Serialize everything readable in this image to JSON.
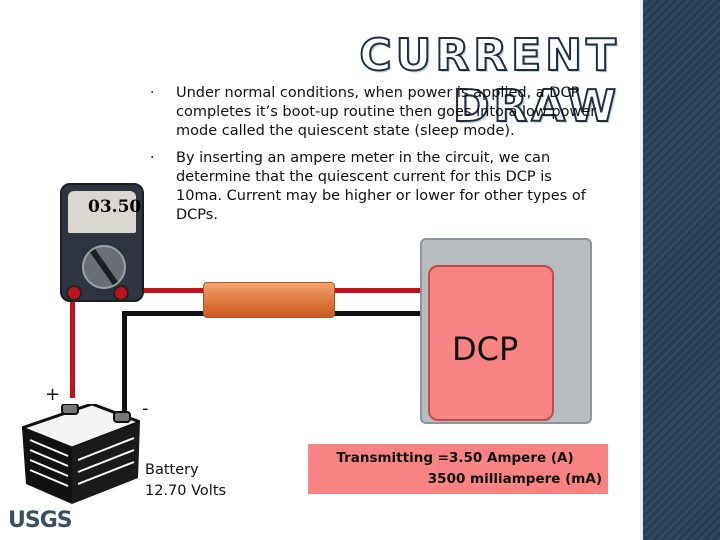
{
  "slide": {
    "title": "CURRENT DRAW",
    "bullets": [
      "Under normal conditions, when power is applied, a DCP completes it’s boot-up routine then goes into a low power mode called the quiescent state (sleep mode).",
      "By inserting an ampere meter in the circuit, we can determine that the quiescent current for this DCP is 10ma. Current may be higher or lower for other types of DCPs."
    ],
    "bullet_marker": "·"
  },
  "meter": {
    "reading": "03.50"
  },
  "dcp": {
    "label": "DCP"
  },
  "transmit": {
    "line1": "Transmitting =3.50 Ampere (A)",
    "line2": "3500 milliampere (mA)"
  },
  "battery": {
    "line1": "Battery",
    "line2": "12.70 Volts",
    "plus": "+",
    "minus": "-"
  },
  "logo": {
    "text": "USGS"
  },
  "colors": {
    "wire_red": "#c3121c",
    "wire_black": "#111111",
    "dcp_panel": "#f78384",
    "sidebar": "#2b3c50"
  }
}
